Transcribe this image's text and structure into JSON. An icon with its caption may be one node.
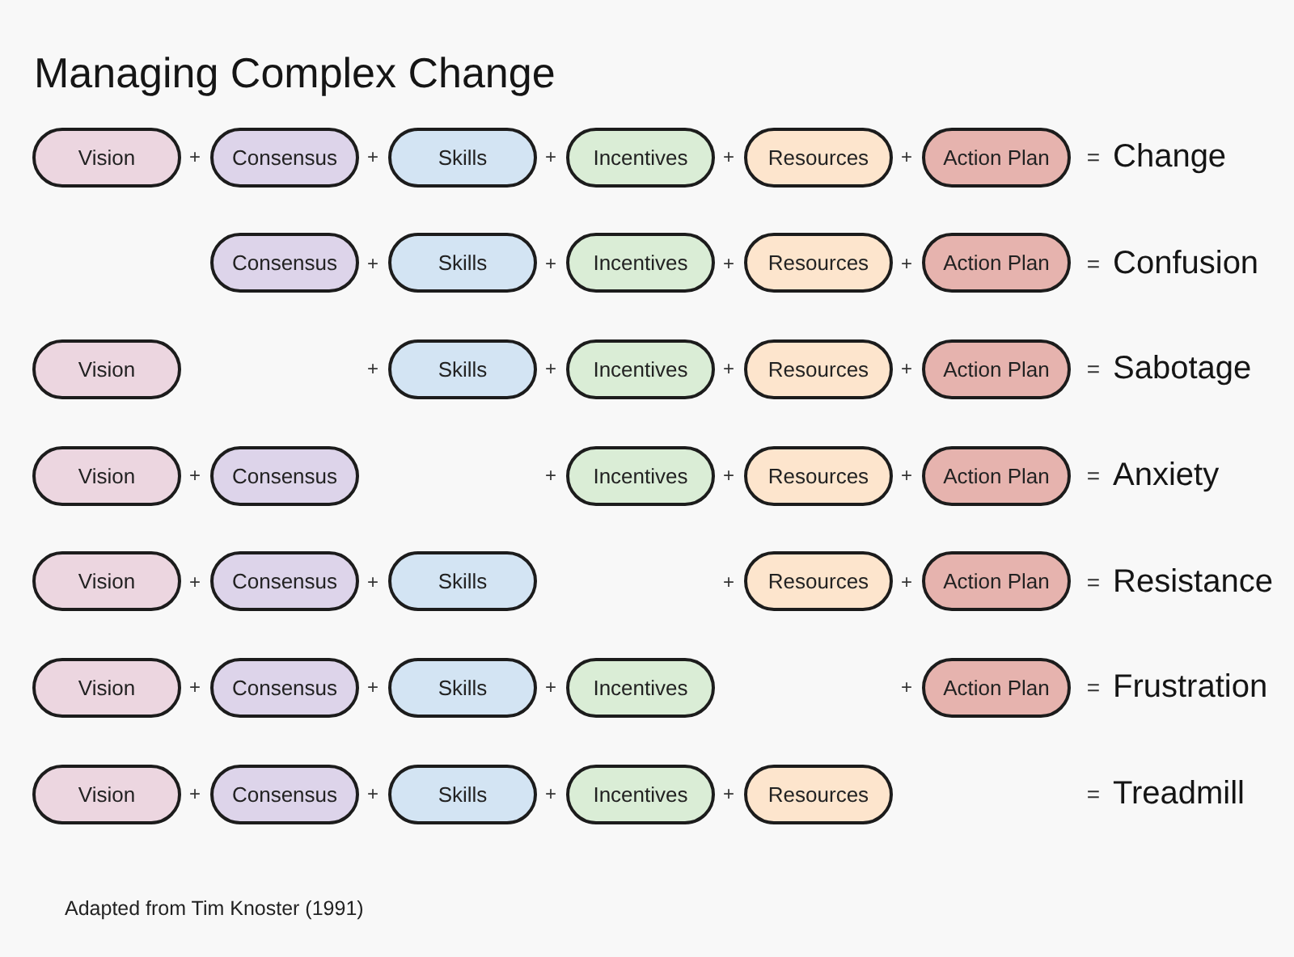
{
  "diagram": {
    "title": "Managing Complex Change",
    "caption": "Adapted from Tim Knoster (1991)",
    "nodes": [
      {
        "text": [
          "Vision"
        ]
      },
      {
        "text": [
          "Consensus"
        ]
      },
      {
        "text": [
          "Skills"
        ]
      },
      {
        "text": [
          "Incentives"
        ]
      },
      {
        "text": [
          "Resources"
        ]
      },
      {
        "text": [
          "Action Plan"
        ]
      },
      {
        "text": [
          "Consensus"
        ]
      },
      {
        "text": [
          "Skills"
        ]
      },
      {
        "text": [
          "Incentives"
        ]
      },
      {
        "text": [
          "Resources"
        ]
      },
      {
        "text": [
          "Action Plan"
        ]
      },
      {
        "text": [
          "Vision"
        ]
      },
      {
        "text": [
          "Skills"
        ]
      },
      {
        "text": [
          "Incentives"
        ]
      },
      {
        "text": [
          "Resources"
        ]
      },
      {
        "text": [
          "Action Plan"
        ]
      },
      {
        "text": [
          "Vision"
        ]
      },
      {
        "text": [
          "Consensus"
        ]
      },
      {
        "text": [
          "Incentives"
        ]
      },
      {
        "text": [
          "Resources"
        ]
      },
      {
        "text": [
          "Action Plan"
        ]
      },
      {
        "text": [
          "Vision"
        ]
      },
      {
        "text": [
          "Consensus"
        ]
      },
      {
        "text": [
          "Skills"
        ]
      },
      {
        "text": [
          "Resources"
        ]
      },
      {
        "text": [
          "Action Plan"
        ]
      },
      {
        "text": [
          "Vision"
        ]
      },
      {
        "text": [
          "Consensus"
        ]
      },
      {
        "text": [
          "Skills"
        ]
      },
      {
        "text": [
          "Incentives"
        ]
      },
      {
        "text": [
          "Action Plan"
        ]
      },
      {
        "text": [
          "Vision"
        ]
      },
      {
        "text": [
          "Consensus"
        ]
      },
      {
        "text": [
          "Skills"
        ]
      },
      {
        "text": [
          "Incentives"
        ]
      },
      {
        "text": [
          "Resources"
        ]
      }
    ],
    "labels": [
      "+",
      "+",
      "+",
      "+",
      "+",
      "=",
      "Change",
      "+",
      "+",
      "+",
      "+",
      "=",
      "Confusion",
      "+",
      "+",
      "+",
      "+",
      "=",
      "Sabotage",
      "+",
      "+",
      "+",
      "+",
      "=",
      "Anxiety",
      "+",
      "+",
      "+",
      "+",
      "=",
      "Resistance",
      "+",
      "+",
      "+",
      "+",
      "=",
      "Frustration",
      "+",
      "+",
      "+",
      "+",
      "=",
      "Treadmill"
    ]
  }
}
